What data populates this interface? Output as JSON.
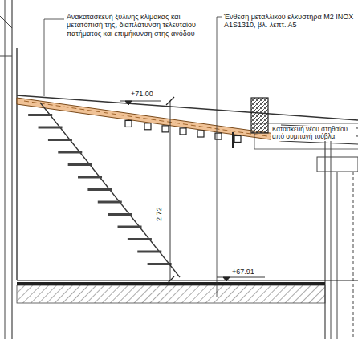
{
  "diagram": {
    "labels": [
      "Ανακατασκευή ξύλινης κλίμακας και μετατόπισή της, διαπλάτυνση τελευταίου πατήματος και επιμήκυνση στης ανόδου",
      "Ένθεση μεταλλικού ελκυστήρα M2 INOX A1S1310, βλ. λεπτ. Α5",
      "Κατασκευή νέου στηθαίου από συμπαγή τούβλα",
      "+71.00",
      "2.72",
      "+67.91"
    ]
  }
}
